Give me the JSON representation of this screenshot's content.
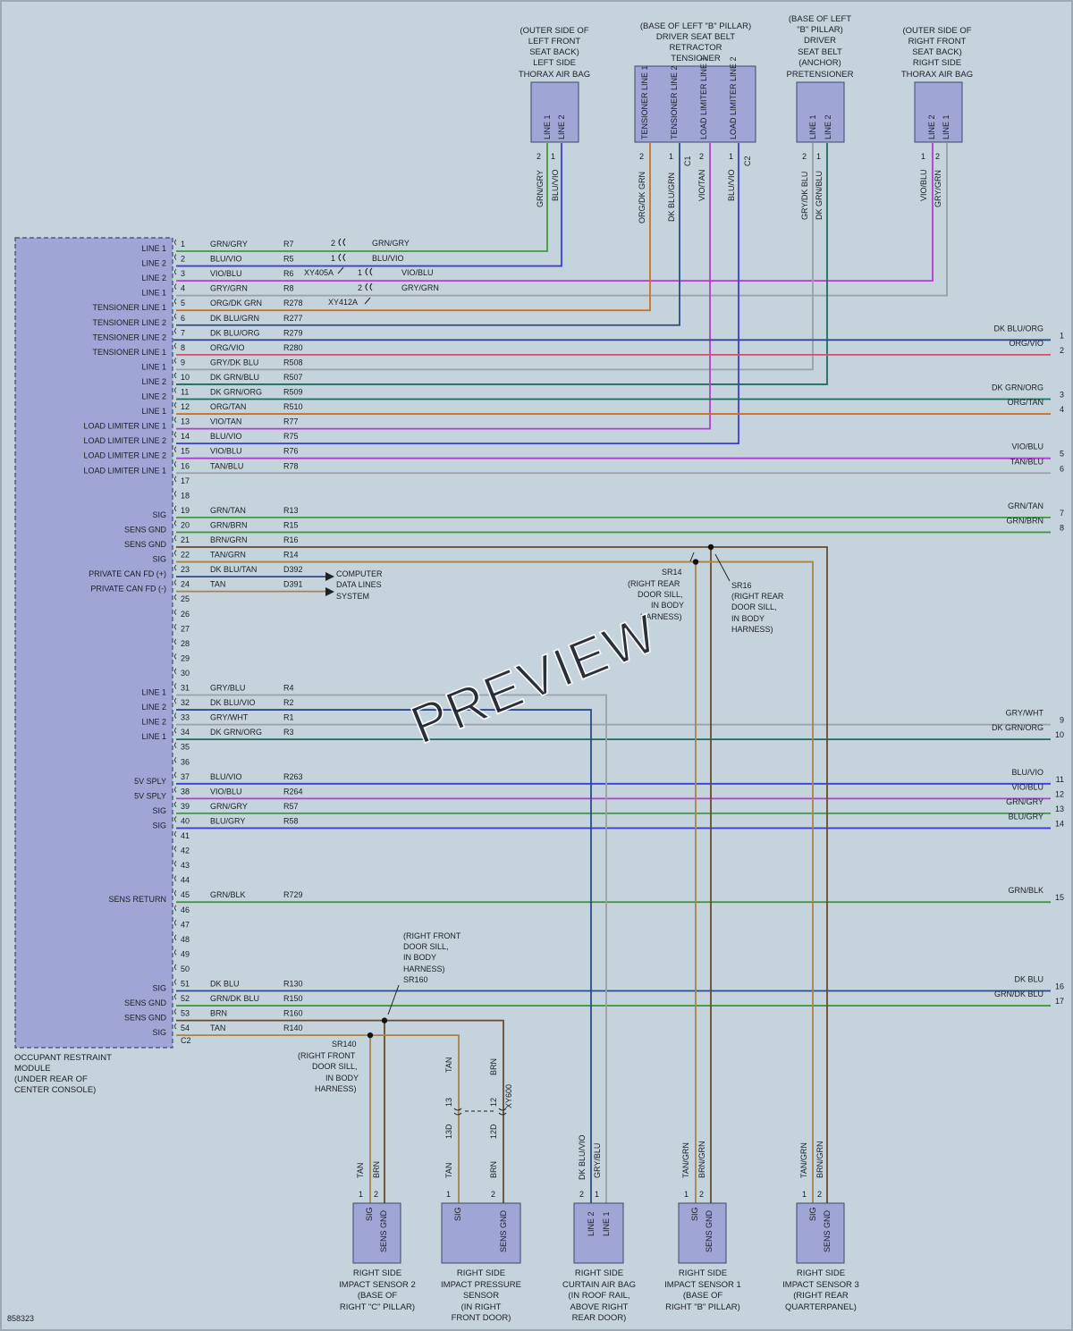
{
  "figure_id": "858323",
  "watermark": "PREVIEW",
  "module": {
    "label_lines": [
      "OCCUPANT RESTRAINT",
      "MODULE",
      "(UNDER REAR OF",
      "CENTER CONSOLE)"
    ],
    "connector_label": "C2"
  },
  "components": [
    {
      "id": "left-thorax",
      "lines": [
        "(OUTER SIDE OF",
        "LEFT FRONT",
        "SEAT BACK)",
        "LEFT SIDE",
        "THORAX AIR BAG"
      ],
      "pins": [
        "LINE 1",
        "LINE 2"
      ]
    },
    {
      "id": "tensioner",
      "lines": [
        "(BASE OF LEFT \"B\" PILLAR)",
        "DRIVER SEAT BELT",
        "RETRACTOR",
        "TENSIONER"
      ],
      "pins": [
        "TENSIONER LINE 1",
        "TENSIONER LINE 2",
        "LOAD LIMITER LINE 1",
        "LOAD LIMITER LINE 2"
      ],
      "connectors": [
        "C1",
        "C2"
      ]
    },
    {
      "id": "pretensioner",
      "lines": [
        "(BASE OF LEFT",
        "\"B\" PILLAR)",
        "DRIVER",
        "SEAT BELT",
        "(ANCHOR)",
        "PRETENSIONER"
      ],
      "pins": [
        "LINE 1",
        "LINE 2"
      ]
    },
    {
      "id": "right-thorax",
      "lines": [
        "(OUTER SIDE OF",
        "RIGHT FRONT",
        "SEAT BACK)",
        "RIGHT SIDE",
        "THORAX AIR BAG"
      ],
      "pins": [
        "LINE 2",
        "LINE 1"
      ]
    },
    {
      "id": "impact-sensor-2",
      "lines": [
        "RIGHT SIDE",
        "IMPACT SENSOR 2",
        "(BASE OF",
        "RIGHT \"C\" PILLAR)"
      ],
      "pins": [
        "SIG",
        "SENS GND"
      ]
    },
    {
      "id": "pressure-sensor",
      "lines": [
        "RIGHT SIDE",
        "IMPACT PRESSURE",
        "SENSOR",
        "(IN RIGHT",
        "FRONT DOOR)"
      ],
      "pins": [
        "SIG",
        "SENS GND"
      ]
    },
    {
      "id": "curtain-airbag",
      "lines": [
        "RIGHT SIDE",
        "CURTAIN AIR BAG",
        "(IN ROOF RAIL,",
        "ABOVE RIGHT",
        "REAR DOOR)"
      ],
      "pins": [
        "LINE 2",
        "LINE 1"
      ]
    },
    {
      "id": "impact-sensor-1",
      "lines": [
        "RIGHT SIDE",
        "IMPACT SENSOR 1",
        "(BASE OF",
        "RIGHT \"B\" PILLAR)"
      ],
      "pins": [
        "SIG",
        "SENS GND"
      ]
    },
    {
      "id": "impact-sensor-3",
      "lines": [
        "RIGHT SIDE",
        "IMPACT SENSOR 3",
        "(RIGHT REAR",
        "QUARTERPANEL)"
      ],
      "pins": [
        "SIG",
        "SENS GND"
      ]
    }
  ],
  "pins": [
    {
      "n": "1",
      "label": "LINE 1",
      "color": "GRN/GRY",
      "circuit": "R7"
    },
    {
      "n": "2",
      "label": "LINE 2",
      "color": "BLU/VIO",
      "circuit": "R5"
    },
    {
      "n": "3",
      "label": "LINE 2",
      "color": "VIO/BLU",
      "circuit": "R6"
    },
    {
      "n": "4",
      "label": "LINE 1",
      "color": "GRY/GRN",
      "circuit": "R8"
    },
    {
      "n": "5",
      "label": "TENSIONER LINE 1",
      "color": "ORG/DK GRN",
      "circuit": "R278"
    },
    {
      "n": "6",
      "label": "TENSIONER LINE 2",
      "color": "DK BLU/GRN",
      "circuit": "R277"
    },
    {
      "n": "7",
      "label": "TENSIONER LINE 2",
      "color": "DK BLU/ORG",
      "circuit": "R279"
    },
    {
      "n": "8",
      "label": "TENSIONER LINE 1",
      "color": "ORG/VIO",
      "circuit": "R280"
    },
    {
      "n": "9",
      "label": "LINE 1",
      "color": "GRY/DK BLU",
      "circuit": "R508"
    },
    {
      "n": "10",
      "label": "LINE 2",
      "color": "DK GRN/BLU",
      "circuit": "R507"
    },
    {
      "n": "11",
      "label": "LINE 2",
      "color": "DK GRN/ORG",
      "circuit": "R509"
    },
    {
      "n": "12",
      "label": "LINE 1",
      "color": "ORG/TAN",
      "circuit": "R510"
    },
    {
      "n": "13",
      "label": "LOAD LIMITER LINE 1",
      "color": "VIO/TAN",
      "circuit": "R77"
    },
    {
      "n": "14",
      "label": "LOAD LIMITER LINE 2",
      "color": "BLU/VIO",
      "circuit": "R75"
    },
    {
      "n": "15",
      "label": "LOAD LIMITER LINE 2",
      "color": "VIO/BLU",
      "circuit": "R76"
    },
    {
      "n": "16",
      "label": "LOAD LIMITER LINE 1",
      "color": "TAN/BLU",
      "circuit": "R78"
    },
    {
      "n": "17",
      "label": "",
      "color": "",
      "circuit": ""
    },
    {
      "n": "18",
      "label": "",
      "color": "",
      "circuit": ""
    },
    {
      "n": "19",
      "label": "SIG",
      "color": "GRN/TAN",
      "circuit": "R13"
    },
    {
      "n": "20",
      "label": "SENS GND",
      "color": "GRN/BRN",
      "circuit": "R15"
    },
    {
      "n": "21",
      "label": "SENS GND",
      "color": "BRN/GRN",
      "circuit": "R16"
    },
    {
      "n": "22",
      "label": "SIG",
      "color": "TAN/GRN",
      "circuit": "R14"
    },
    {
      "n": "23",
      "label": "PRIVATE CAN FD (+)",
      "color": "DK BLU/TAN",
      "circuit": "D392"
    },
    {
      "n": "24",
      "label": "PRIVATE CAN FD (-)",
      "color": "TAN",
      "circuit": "D391"
    },
    {
      "n": "25",
      "label": "",
      "color": "",
      "circuit": ""
    },
    {
      "n": "26",
      "label": "",
      "color": "",
      "circuit": ""
    },
    {
      "n": "27",
      "label": "",
      "color": "",
      "circuit": ""
    },
    {
      "n": "28",
      "label": "",
      "color": "",
      "circuit": ""
    },
    {
      "n": "29",
      "label": "",
      "color": "",
      "circuit": ""
    },
    {
      "n": "30",
      "label": "",
      "color": "",
      "circuit": ""
    },
    {
      "n": "31",
      "label": "LINE 1",
      "color": "GRY/BLU",
      "circuit": "R4"
    },
    {
      "n": "32",
      "label": "LINE 2",
      "color": "DK BLU/VIO",
      "circuit": "R2"
    },
    {
      "n": "33",
      "label": "LINE 2",
      "color": "GRY/WHT",
      "circuit": "R1"
    },
    {
      "n": "34",
      "label": "LINE 1",
      "color": "DK GRN/ORG",
      "circuit": "R3"
    },
    {
      "n": "35",
      "label": "",
      "color": "",
      "circuit": ""
    },
    {
      "n": "36",
      "label": "",
      "color": "",
      "circuit": ""
    },
    {
      "n": "37",
      "label": "5V SPLY",
      "color": "BLU/VIO",
      "circuit": "R263"
    },
    {
      "n": "38",
      "label": "5V SPLY",
      "color": "VIO/BLU",
      "circuit": "R264"
    },
    {
      "n": "39",
      "label": "SIG",
      "color": "GRN/GRY",
      "circuit": "R57"
    },
    {
      "n": "40",
      "label": "SIG",
      "color": "BLU/GRY",
      "circuit": "R58"
    },
    {
      "n": "41",
      "label": "",
      "color": "",
      "circuit": ""
    },
    {
      "n": "42",
      "label": "",
      "color": "",
      "circuit": ""
    },
    {
      "n": "43",
      "label": "",
      "color": "",
      "circuit": ""
    },
    {
      "n": "44",
      "label": "",
      "color": "",
      "circuit": ""
    },
    {
      "n": "45",
      "label": "SENS RETURN",
      "color": "GRN/BLK",
      "circuit": "R729"
    },
    {
      "n": "46",
      "label": "",
      "color": "",
      "circuit": ""
    },
    {
      "n": "47",
      "label": "",
      "color": "",
      "circuit": ""
    },
    {
      "n": "48",
      "label": "",
      "color": "",
      "circuit": ""
    },
    {
      "n": "49",
      "label": "",
      "color": "",
      "circuit": ""
    },
    {
      "n": "50",
      "label": "",
      "color": "",
      "circuit": ""
    },
    {
      "n": "51",
      "label": "SIG",
      "color": "DK BLU",
      "circuit": "R130"
    },
    {
      "n": "52",
      "label": "SENS GND",
      "color": "GRN/DK BLU",
      "circuit": "R150"
    },
    {
      "n": "53",
      "label": "SENS GND",
      "color": "BRN",
      "circuit": "R160"
    },
    {
      "n": "54",
      "label": "SIG",
      "color": "TAN",
      "circuit": "R140"
    }
  ],
  "offpage": [
    {
      "n": "1",
      "color": "DK BLU/ORG"
    },
    {
      "n": "2",
      "color": "ORG/VIO"
    },
    {
      "n": "3",
      "color": "DK GRN/ORG"
    },
    {
      "n": "4",
      "color": "ORG/TAN"
    },
    {
      "n": "5",
      "color": "VIO/BLU"
    },
    {
      "n": "6",
      "color": "TAN/BLU"
    },
    {
      "n": "7",
      "color": "GRN/TAN"
    },
    {
      "n": "8",
      "color": "GRN/BRN"
    },
    {
      "n": "9",
      "color": "GRY/WHT"
    },
    {
      "n": "10",
      "color": "DK GRN/ORG"
    },
    {
      "n": "11",
      "color": "BLU/VIO"
    },
    {
      "n": "12",
      "color": "VIO/BLU"
    },
    {
      "n": "13",
      "color": "GRN/GRY"
    },
    {
      "n": "14",
      "color": "BLU/GRY"
    },
    {
      "n": "15",
      "color": "GRN/BLK"
    },
    {
      "n": "16",
      "color": "DK BLU"
    },
    {
      "n": "17",
      "color": "GRN/DK BLU"
    }
  ],
  "connectors": {
    "xy405a": "XY405A",
    "xy412a": "XY412A",
    "xy600": "XY600",
    "c1": "C1",
    "c2": "C2"
  },
  "inline_labels": {
    "i1_pin": "2",
    "i1_color": "GRN/GRY",
    "i2_pin": "1",
    "i2_color": "BLU/VIO",
    "i3_pin": "1",
    "i3_color": "VIO/BLU",
    "i4_pin": "2",
    "i4_color": "GRY/GRN"
  },
  "can_ref_lines": [
    "COMPUTER",
    "DATA LINES",
    "SYSTEM"
  ],
  "splices": {
    "sr14": [
      "SR14",
      "(RIGHT REAR",
      "DOOR SILL,",
      "IN BODY",
      "HARNESS)"
    ],
    "sr16": [
      "SR16",
      "(RIGHT REAR",
      "DOOR SILL,",
      "IN BODY",
      "HARNESS)"
    ],
    "sr160": [
      "(RIGHT FRONT",
      "DOOR SILL,",
      "IN BODY",
      "HARNESS)",
      "SR160"
    ],
    "sr140": [
      "SR140",
      "(RIGHT FRONT",
      "DOOR SILL,",
      "IN BODY",
      "HARNESS)"
    ]
  },
  "vertical_labels": {
    "lt_a_color": "GRN/GRY",
    "lt_a_pin": "2",
    "lt_b_color": "BLU/VIO",
    "lt_b_pin": "1",
    "tn_a_color": "ORG/DK GRN",
    "tn_a_pin": "2",
    "tn_b_color": "DK BLU/GRN",
    "tn_b_pin": "1",
    "tn_c_color": "VIO/TAN",
    "tn_c_pin": "2",
    "tn_d_color": "BLU/VIO",
    "tn_d_pin": "1",
    "pt_a_color": "GRY/DK BLU",
    "pt_a_pin": "2",
    "pt_b_color": "DK GRN/BLU",
    "pt_b_pin": "1",
    "rt_a_color": "VIO/BLU",
    "rt_a_pin": "1",
    "rt_b_color": "GRY/GRN",
    "rt_b_pin": "2",
    "s2_a_color": "TAN",
    "s2_a_pin": "1",
    "s2_b_color": "BRN",
    "s2_b_pin": "2",
    "ps_up_a": "TAN",
    "ps_up_b": "BRN",
    "ps_c1": "13",
    "ps_c2": "12",
    "ps_d1": "13D",
    "ps_d2": "12D",
    "ps_a_color": "TAN",
    "ps_a_pin": "1",
    "ps_b_color": "BRN",
    "ps_b_pin": "2",
    "ca_a_color": "DK BLU/VIO",
    "ca_a_pin": "2",
    "ca_b_color": "GRY/BLU",
    "ca_b_pin": "1",
    "s1_a_color": "TAN/GRN",
    "s1_a_pin": "1",
    "s1_b_color": "BRN/GRN",
    "s1_b_pin": "2",
    "s3_a_color": "TAN/GRN",
    "s3_a_pin": "1",
    "s3_b_color": "BRN/GRN",
    "s3_b_pin": "2"
  },
  "wire_colors": {
    "grn": "#3f9a3f",
    "blu": "#3b3fd0",
    "vio": "#b43bd4",
    "gry": "#9aa0a6",
    "org": "#d0701f",
    "dkgrn": "#1f6b5f",
    "dkblu": "#2c4a8a",
    "tan": "#a8844a",
    "brn": "#6b4a2a"
  }
}
